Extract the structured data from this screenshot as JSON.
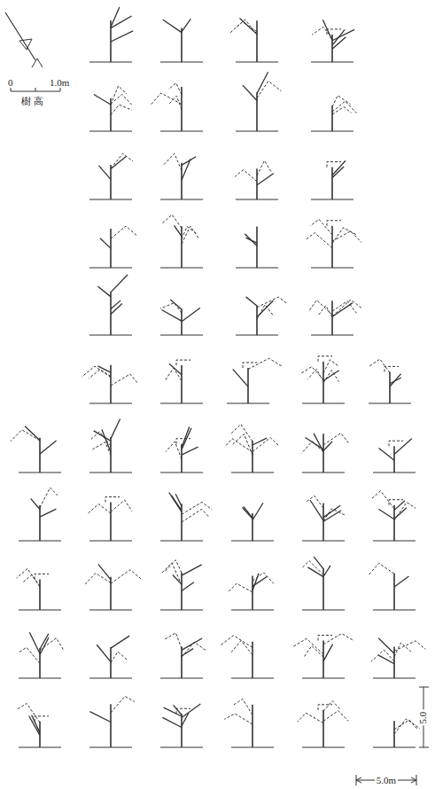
{
  "diagram": {
    "labels": [
      "0",
      "1.0m",
      "樹 高",
      "5.0m",
      "5.0"
    ]
  }
}
